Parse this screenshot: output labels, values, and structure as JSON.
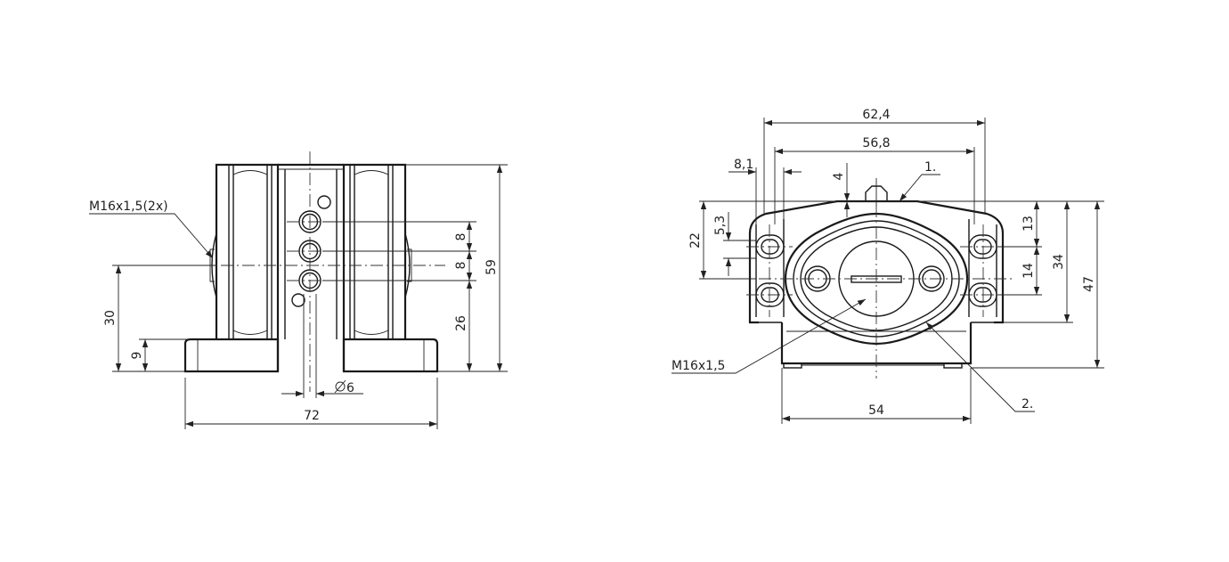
{
  "front_view": {
    "thread_label": "M16x1,5(2x)",
    "dims": {
      "height_30": "30",
      "height_9": "9",
      "width_72": "72",
      "dia_6": "6",
      "height_59": "59",
      "height_26": "26",
      "pitch_8_a": "8",
      "pitch_8_b": "8"
    }
  },
  "side_view": {
    "thread_label": "M16x1,5",
    "callout_1": "1.",
    "callout_2": "2.",
    "dims": {
      "width_62_4": "62,4",
      "width_56_8": "56,8",
      "width_8_1": "8,1",
      "depth_4": "4",
      "height_22": "22",
      "height_5_3": "5,3",
      "height_13": "13",
      "height_14": "14",
      "height_34": "34",
      "height_47": "47",
      "width_54": "54"
    }
  },
  "colors": {
    "line": "#1a1a1a",
    "background": "#ffffff"
  }
}
